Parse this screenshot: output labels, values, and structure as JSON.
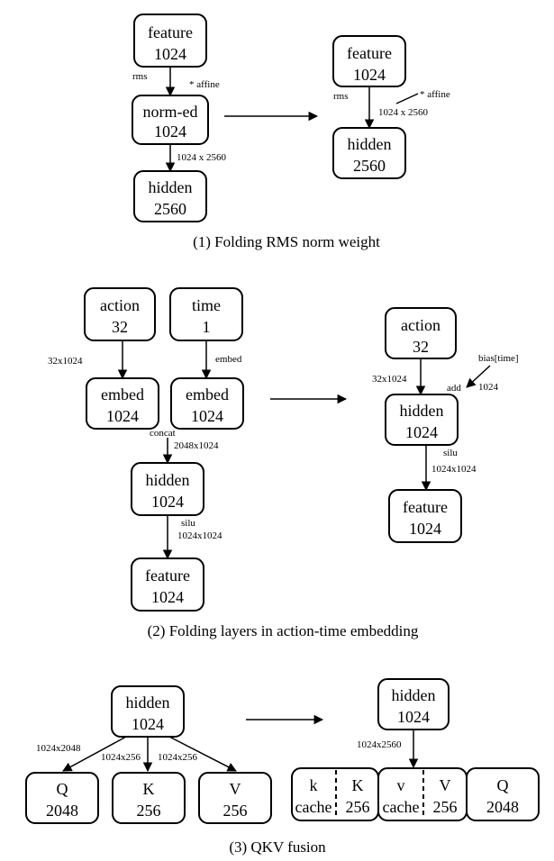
{
  "section1": {
    "caption": "(1) Folding RMS norm weight",
    "left": {
      "feature": {
        "name": "feature",
        "dim": "1024"
      },
      "normed": {
        "name": "norm-ed",
        "dim": "1024"
      },
      "hidden": {
        "name": "hidden",
        "dim": "2560"
      },
      "rms": "rms",
      "affine": "* affine",
      "proj": "1024 x 2560"
    },
    "right": {
      "feature": {
        "name": "feature",
        "dim": "1024"
      },
      "hidden": {
        "name": "hidden",
        "dim": "2560"
      },
      "rms": "rms",
      "affine": "* affine",
      "proj": "1024 x 2560"
    }
  },
  "section2": {
    "caption": "(2) Folding layers in action-time embedding",
    "left": {
      "action": {
        "name": "action",
        "dim": "32"
      },
      "time": {
        "name": "time",
        "dim": "1"
      },
      "embed1": {
        "name": "embed",
        "dim": "1024"
      },
      "embed2": {
        "name": "embed",
        "dim": "1024"
      },
      "hidden": {
        "name": "hidden",
        "dim": "1024"
      },
      "feature": {
        "name": "feature",
        "dim": "1024"
      },
      "e_action": "32x1024",
      "e_time": "embed",
      "concat": "concat",
      "e_concat": "2048x1024",
      "silu": "silu",
      "e_silu": "1024x1024"
    },
    "right": {
      "action": {
        "name": "action",
        "dim": "32"
      },
      "hidden": {
        "name": "hidden",
        "dim": "1024"
      },
      "feature": {
        "name": "feature",
        "dim": "1024"
      },
      "e_action": "32x1024",
      "bias": "bias[time]",
      "add": "add",
      "bias_dim": "1024",
      "silu": "silu",
      "e_silu": "1024x1024"
    }
  },
  "section3": {
    "caption": "(3) QKV fusion",
    "left": {
      "hidden": {
        "name": "hidden",
        "dim": "1024"
      },
      "q": {
        "name": "Q",
        "dim": "2048"
      },
      "k": {
        "name": "K",
        "dim": "256"
      },
      "v": {
        "name": "V",
        "dim": "256"
      },
      "e_q": "1024x2048",
      "e_k": "1024x256",
      "e_v": "1024x256"
    },
    "right": {
      "hidden": {
        "name": "hidden",
        "dim": "1024"
      },
      "e_fused": "1024x2560",
      "kcache": {
        "line1": "k",
        "line2": "cache"
      },
      "k": {
        "name": "K",
        "dim": "256"
      },
      "vcache": {
        "line1": "v",
        "line2": "cache"
      },
      "v": {
        "name": "V",
        "dim": "256"
      },
      "q": {
        "name": "Q",
        "dim": "2048"
      }
    }
  }
}
